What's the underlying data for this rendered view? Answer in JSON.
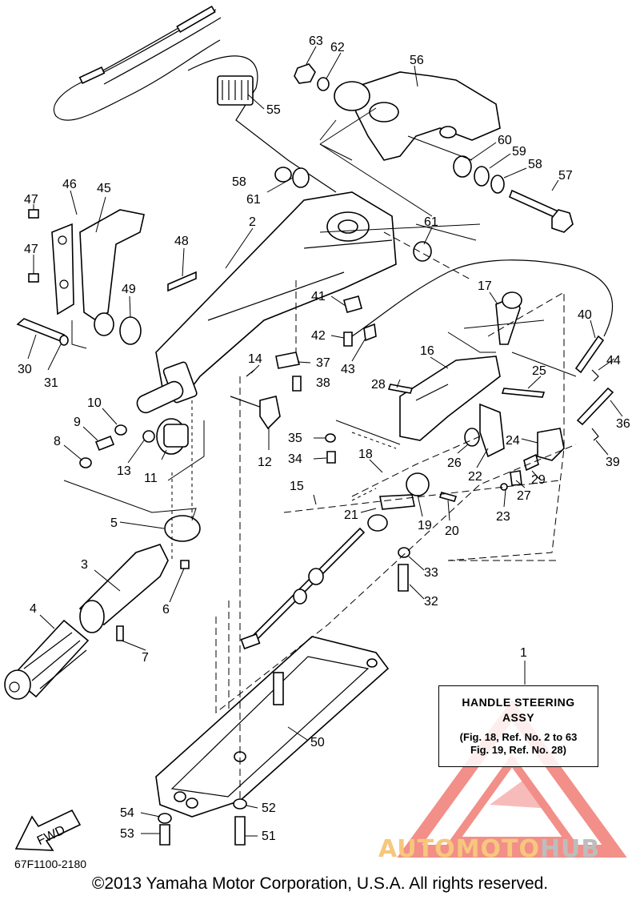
{
  "diagram": {
    "part_numbers": [
      "1",
      "2",
      "3",
      "4",
      "5",
      "6",
      "7",
      "8",
      "9",
      "10",
      "11",
      "12",
      "13",
      "14",
      "15",
      "16",
      "17",
      "18",
      "19",
      "20",
      "21",
      "22",
      "23",
      "24",
      "25",
      "26",
      "27",
      "28",
      "29",
      "30",
      "31",
      "32",
      "33",
      "34",
      "35",
      "36",
      "37",
      "38",
      "39",
      "40",
      "41",
      "42",
      "43",
      "44",
      "45",
      "46",
      "47",
      "48",
      "49",
      "50",
      "51",
      "52",
      "53",
      "54",
      "55",
      "56",
      "57",
      "58",
      "59",
      "60",
      "61",
      "62",
      "63"
    ],
    "fwd_label": "FWD",
    "diagram_code": "67F1100-2180"
  },
  "callout": {
    "title_line1": "HANDLE STEERING",
    "title_line2": "ASSY",
    "ref_line1": "(Fig. 18, Ref. No. 2 to 63",
    "ref_line2": "Fig. 19, Ref. No. 28)"
  },
  "footer": {
    "copyright": "©2013 Yamaha Motor Corporation, U.S.A. All rights reserved."
  },
  "watermark": {
    "part1": "AUTOMOTO",
    "part2": "HUB",
    "colors": {
      "triangle": "#e8342a",
      "text1": "#f6c77c",
      "text2": "#bdbdbd"
    }
  }
}
